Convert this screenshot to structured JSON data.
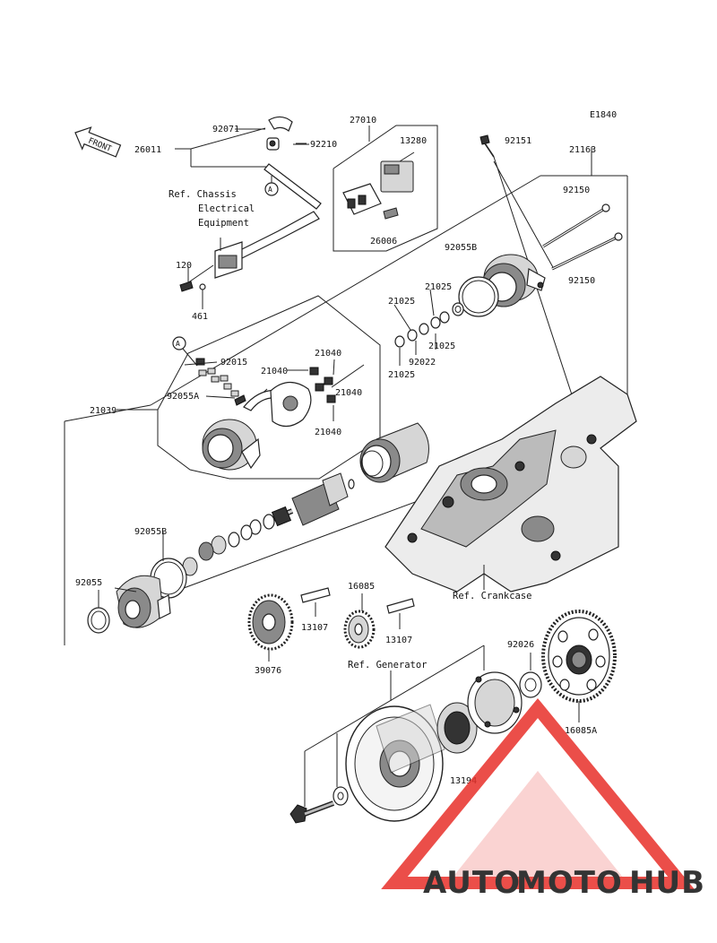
{
  "diagram_code": "E1840",
  "front_label": "FRONT",
  "callouts": {
    "p26011": "26011",
    "p92071": "92071",
    "p92210": "92210",
    "p27010": "27010",
    "p13280": "13280",
    "p26006": "26006",
    "p92151": "92151",
    "p21163": "21163",
    "p92150a": "92150",
    "p92150b": "92150",
    "p92055B_top": "92055B",
    "p21025a": "21025",
    "p21025b": "21025",
    "p21025c": "21025",
    "p21025d": "21025",
    "p92022": "92022",
    "p120": "120",
    "p461": "461",
    "p92015": "92015",
    "p21040a": "21040",
    "p21040b": "21040",
    "p21040c": "21040",
    "p21040d": "21040",
    "p92055A": "92055A",
    "p21039": "21039",
    "p92055B_bot": "92055B",
    "p92055": "92055",
    "p16085": "16085",
    "p13107a": "13107",
    "p13107b": "13107",
    "p39076": "39076",
    "p92026": "92026",
    "p16085A": "16085A",
    "p13194": "13194"
  },
  "references": {
    "chassis_1": "Ref. Chassis",
    "chassis_2": "Electrical",
    "chassis_3": "Equipment",
    "crankcase": "Ref. Crankcase",
    "generator": "Ref. Generator"
  },
  "markers": {
    "a_top": "A",
    "a_left": "A"
  },
  "watermark": {
    "part1": "AUTO",
    "part2": "MOTO",
    "part3": "HUB",
    "color_orange": "#f4a340",
    "color_red": "#e8302a",
    "color_grey": "#8c8c8c"
  }
}
